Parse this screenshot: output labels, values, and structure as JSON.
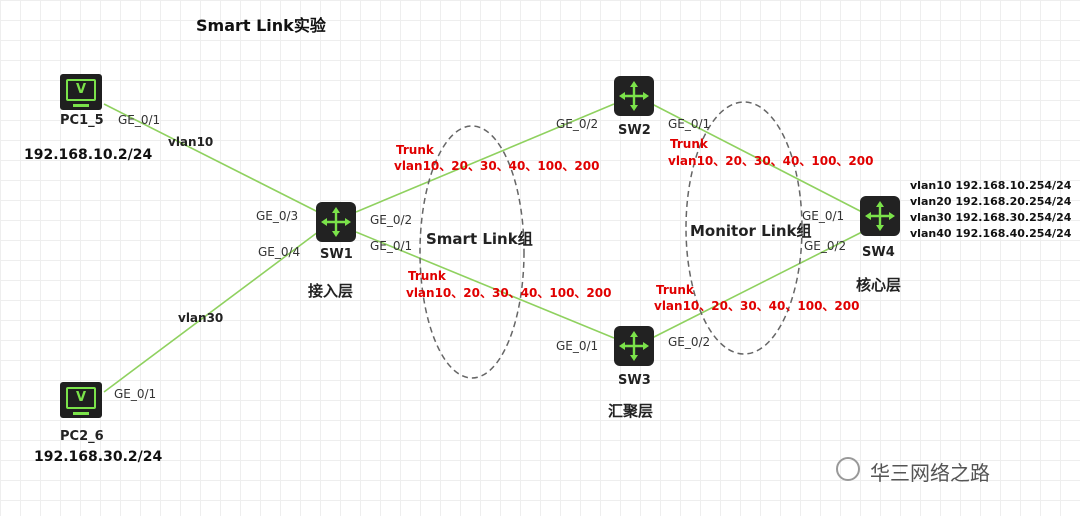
{
  "title": "Smart Link实验",
  "devices": {
    "pc1": "PC1_5",
    "pc2": "PC2_6",
    "sw1": "SW1",
    "sw2": "SW2",
    "sw3": "SW3",
    "sw4": "SW4",
    "pc_glyph": "V"
  },
  "ips": {
    "pc1": "192.168.10.2/24",
    "pc2": "192.168.30.2/24"
  },
  "ports": {
    "pc1_ge01": "GE_0/1",
    "pc2_ge01": "GE_0/1",
    "sw1_ge03": "GE_0/3",
    "sw1_ge04": "GE_0/4",
    "sw1_ge02": "GE_0/2",
    "sw1_ge01": "GE_0/1",
    "sw2_ge02": "GE_0/2",
    "sw2_ge01": "GE_0/1",
    "sw3_ge01": "GE_0/1",
    "sw3_ge02": "GE_0/2",
    "sw4_ge01": "GE_0/1",
    "sw4_ge02": "GE_0/2"
  },
  "vlan_labels": {
    "pc1_link": "vlan10",
    "pc2_link": "vlan30"
  },
  "trunks": {
    "keyword": "Trunk",
    "vlans": "vlan10、20、30、40、100、200"
  },
  "groups": {
    "smart_link": "Smart Link组",
    "monitor_link": "Monitor Link组"
  },
  "layers": {
    "access": "接入层",
    "aggregation": "汇聚层",
    "core": "核心层"
  },
  "core_vlans": [
    "vlan10 192.168.10.254/24",
    "vlan20 192.168.20.254/24",
    "vlan30 192.168.30.254/24",
    "vlan40 192.168.40.254/24"
  ],
  "watermark": "华三网络之路",
  "colors": {
    "link": "#8fd15f",
    "trunk_text": "#e00000",
    "device_bg": "#222222",
    "device_accent": "#7be34a"
  }
}
